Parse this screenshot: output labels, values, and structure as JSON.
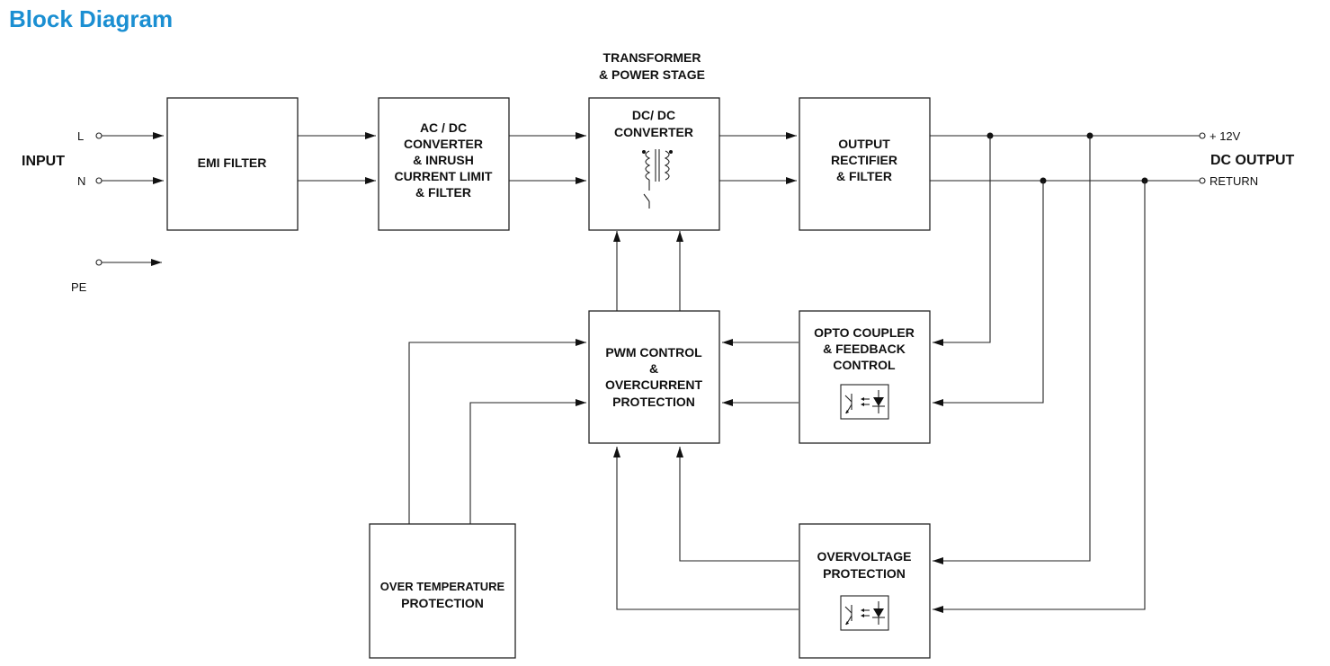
{
  "title": "Block Diagram",
  "input": {
    "label": "INPUT",
    "terminals": [
      "L",
      "N",
      "PE"
    ]
  },
  "output": {
    "label": "DC OUTPUT",
    "positive": "+ 12V",
    "return": "RETURN"
  },
  "blocks": {
    "emi_filter": [
      "EMI FILTER"
    ],
    "ac_dc": [
      "AC / DC",
      "CONVERTER",
      "& INRUSH",
      "CURRENT LIMIT",
      "& FILTER"
    ],
    "transformer_caption": [
      "TRANSFORMER",
      "& POWER STAGE"
    ],
    "dc_dc": [
      "DC/ DC",
      "CONVERTER"
    ],
    "output_rectifier": [
      "OUTPUT",
      "RECTIFIER",
      "& FILTER"
    ],
    "pwm_control": [
      "PWM CONTROL",
      "&",
      "OVERCURRENT",
      "PROTECTION"
    ],
    "opto_coupler": [
      "OPTO COUPLER",
      "& FEEDBACK",
      "CONTROL"
    ],
    "overvoltage": [
      "OVERVOLTAGE",
      "PROTECTION"
    ],
    "over_temperature": [
      "OVER TEMPERATURE",
      "PROTECTION"
    ]
  }
}
